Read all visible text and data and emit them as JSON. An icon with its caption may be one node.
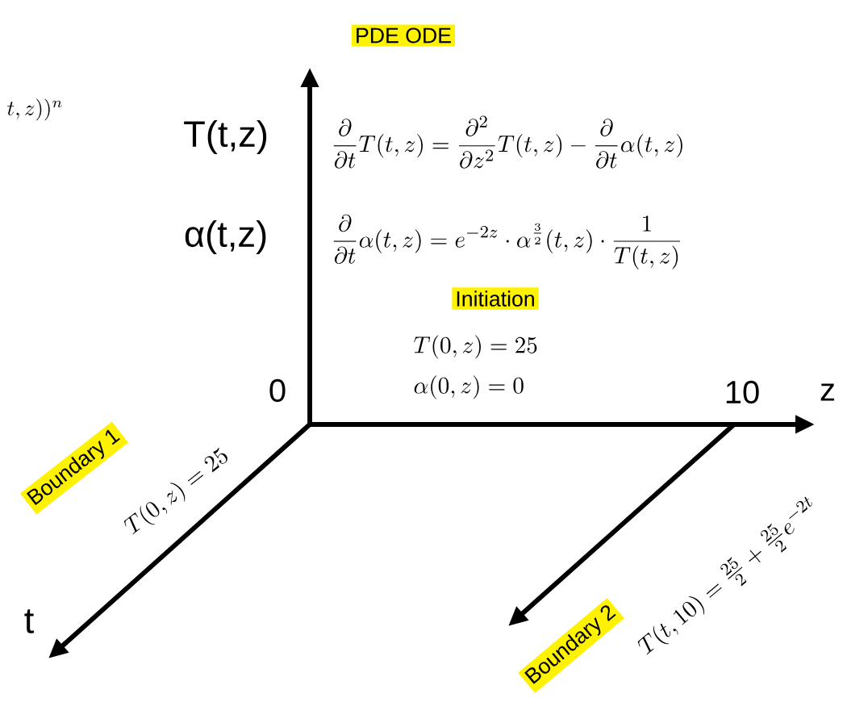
{
  "diagram": {
    "labels": [
      "t,z))^{n}",
      "PDE ODE",
      "T(t,z)",
      "\\frac{\\partial}{\\partial t}T(t,z)=\\frac{\\partial^2}{\\partial z^2}T(t,z)-\\frac{\\partial}{\\partial t}\\alpha(t,z)",
      "α(t,z)",
      "\\frac{\\partial}{\\partial t}\\alpha(t,z)=e^{-2z}\\cdot\\alpha^{\\frac{3}{2}}(t,z)\\cdot\\frac{1}{T(t,z)}",
      "Initiation",
      "T(0,z)=25",
      "0",
      "\\alpha(0,z)=0",
      "10",
      "z",
      "Boundary 1",
      "T(0,z)=25",
      "t",
      "Boundary 2",
      "T(t,10)=\\frac{25}{2}+\\frac{25}{2}e^{-2t}"
    ]
  }
}
